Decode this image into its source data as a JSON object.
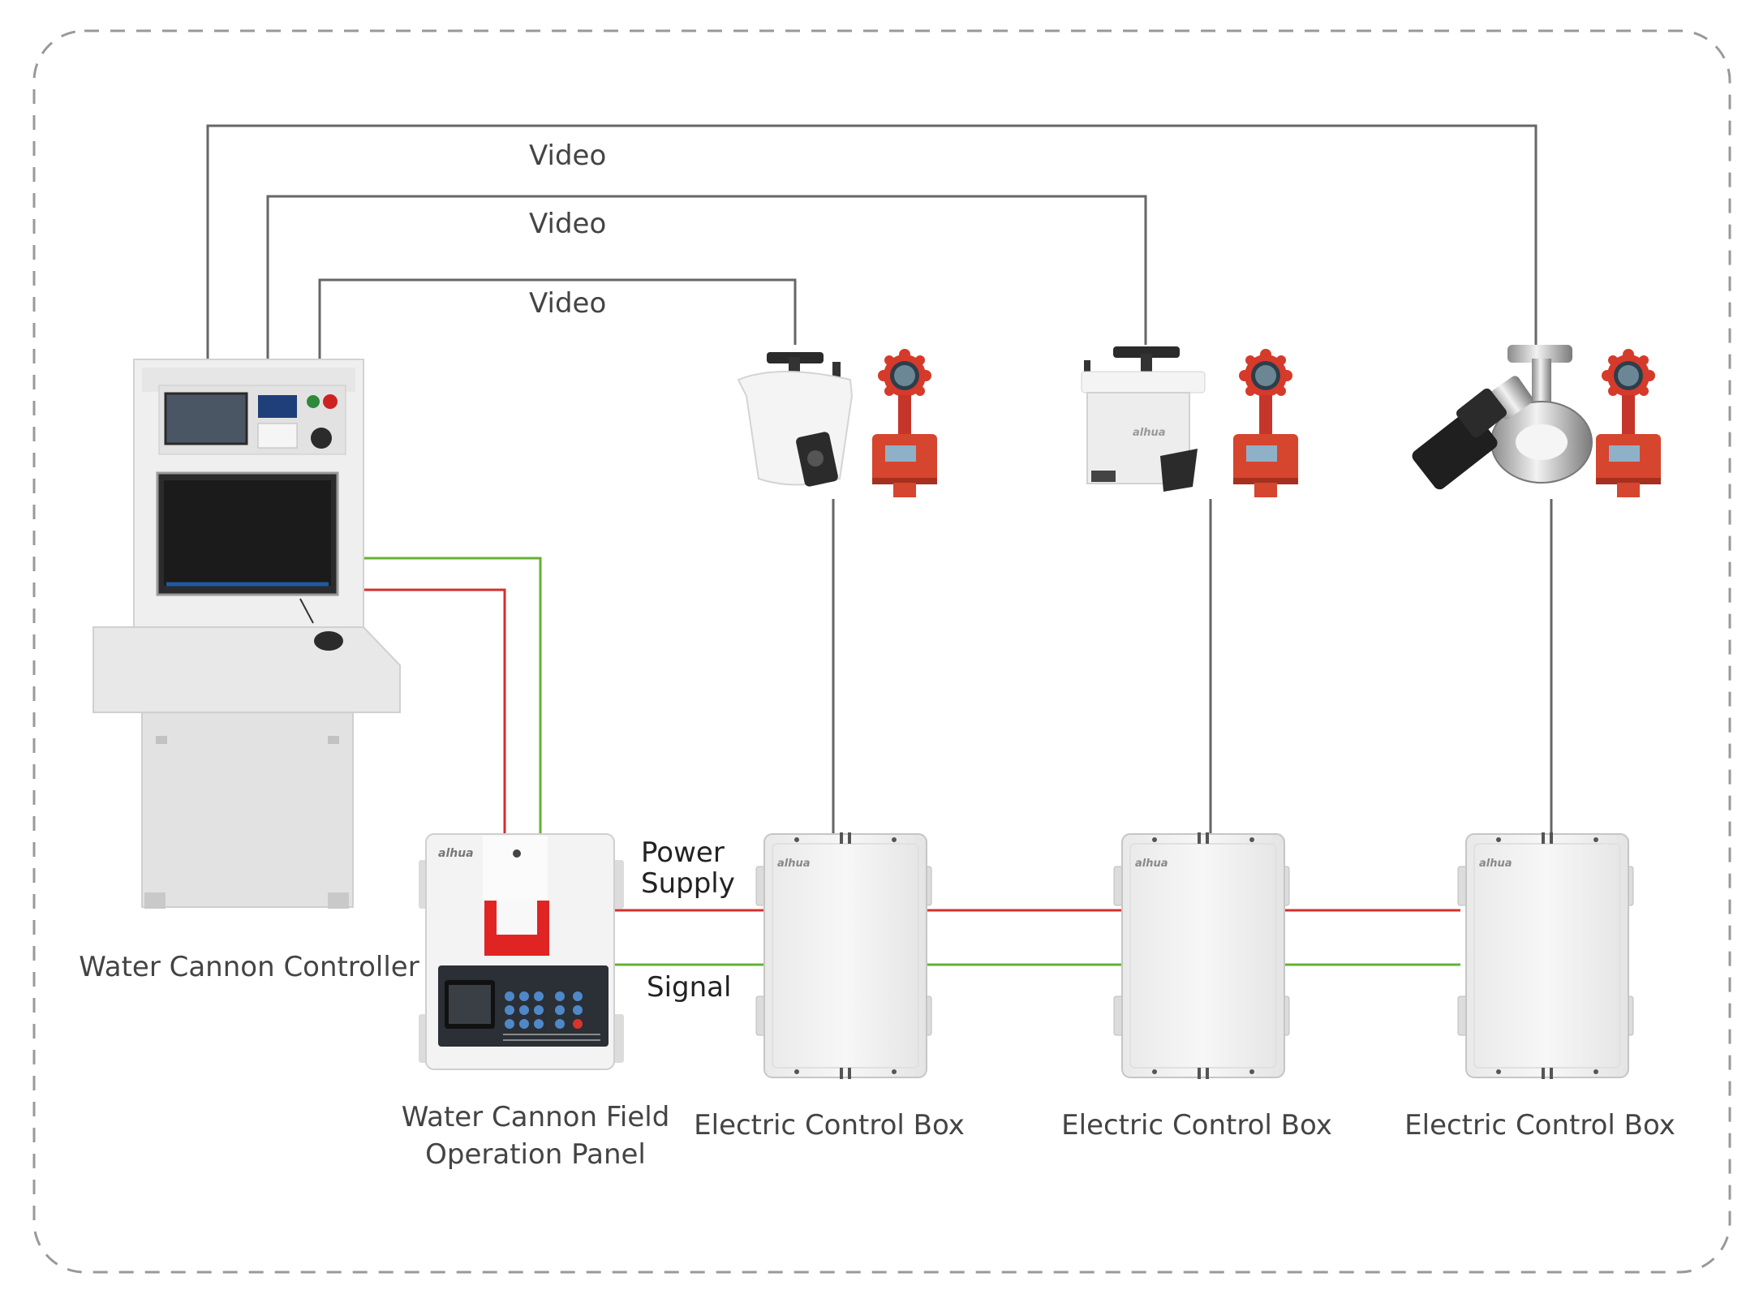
{
  "labels": {
    "video_1": "Video",
    "video_2": "Video",
    "video_3": "Video",
    "power_supply_line1": "Power",
    "power_supply_line2": "Supply",
    "signal": "Signal",
    "controller": "Water Cannon Controller",
    "panel_line1": "Water Cannon Field",
    "panel_line2": "Operation Panel",
    "box_1": "Electric Control Box",
    "box_2": "Electric Control Box",
    "box_3": "Electric Control Box"
  },
  "brand": {
    "logo": "alhua"
  },
  "colors": {
    "frame": "#999999",
    "video_line": "#666666",
    "power_line": "#d32f2f",
    "signal_line": "#66b032",
    "device_white": "#f2f2f2",
    "valve_red": "#d63a2a",
    "panel_red": "#e02424"
  },
  "icons": {
    "controller": "control-console-icon",
    "panel": "field-operation-panel-icon",
    "box": "electric-control-box-icon",
    "cannon": "water-cannon-icon",
    "valve": "butterfly-valve-icon"
  }
}
